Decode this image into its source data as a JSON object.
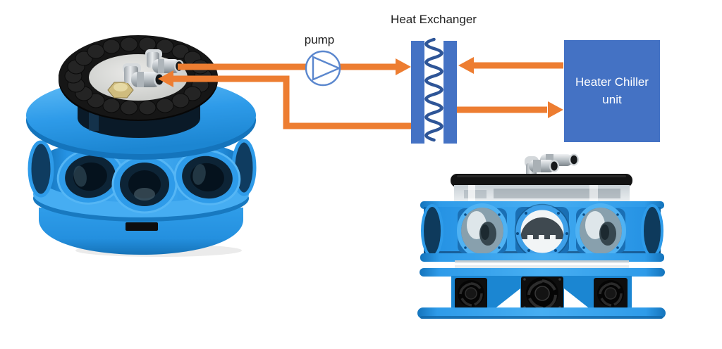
{
  "labels": {
    "pump": "pump",
    "heat_exchanger": "Heat Exchanger",
    "heater_chiller_unit": "Heater Chiller unit"
  },
  "theme": {
    "background": "#FFFFFF",
    "pipe_orange": "#ED7D31",
    "schematic_blue": "#4472C4",
    "coil_blue": "#2E5597",
    "pump_stroke": "#5B87CE",
    "label_color": "#1F1F1F",
    "chiller_text": "#FFFFFF",
    "device_blue": "#2E9BE9"
  },
  "components": {
    "pump_icon": "circle-with-triangle-pump-symbol",
    "heat_exchanger_icon": "two-plates-with-wavy-coil",
    "left_render": "blue-camera-rig-perspective-view",
    "bottom_right_render": "blue-camera-rig-side-view",
    "flow_paths": [
      "rig-outlet-through-pump-into-heat-exchanger",
      "heat-exchanger-back-into-rig-inlet",
      "heater-chiller-into-heat-exchanger",
      "heat-exchanger-back-into-heater-chiller"
    ]
  }
}
